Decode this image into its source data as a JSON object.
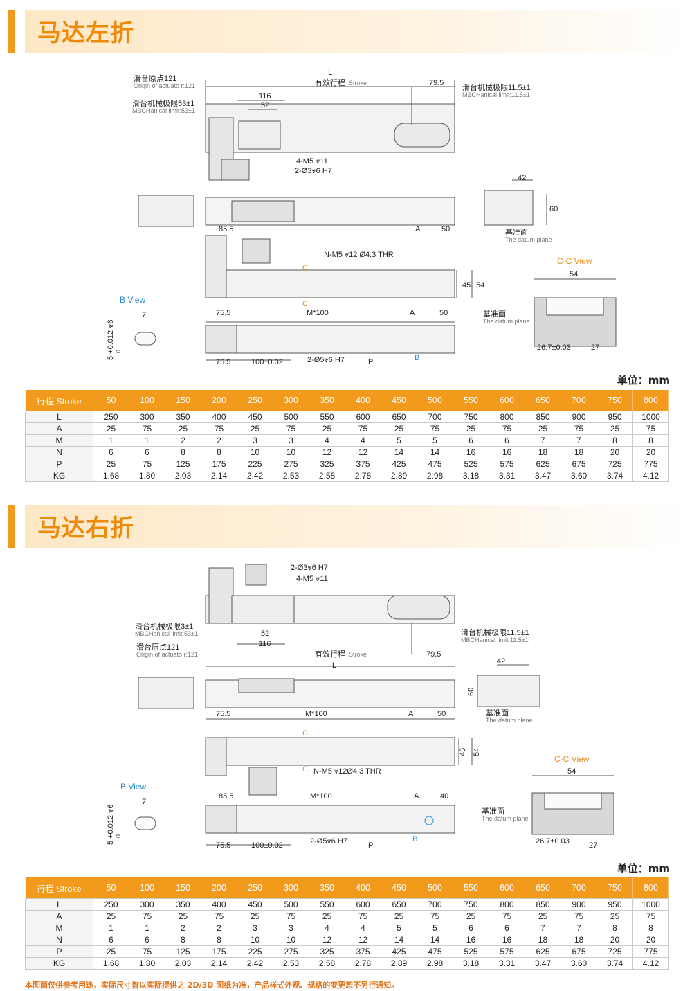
{
  "sections": [
    {
      "title": "马达左折",
      "labels": {
        "origin": "滑台原点121",
        "origin_en": "Origin of actuato   r:121",
        "mech_limit_left": "滑台机械极限53±1",
        "mech_limit_left_en": "MBCHanical limit:53±1",
        "mech_limit_right": "滑台机械极限11.5±1",
        "mech_limit_right_en": "MBCHanical limit:11.5±1",
        "L": "L",
        "stroke": "有效行程",
        "stroke_en": "Stroke",
        "d79_5": "79.5",
        "d116": "116",
        "d52": "52",
        "m5": "4-M5 ⩔11",
        "pin": "2-Ø3⩔6 H7",
        "d42": "42",
        "d60": "60",
        "datum": "基准面",
        "datum_en": "The datum plane",
        "d85_5": "85.5",
        "A": "A",
        "d50": "50",
        "nm5": "N-M5 ⩔12 Ø4.3 THR",
        "C": "C",
        "d45": "45",
        "d54": "54",
        "cc_view": "C-C View",
        "d75_5": "75.5",
        "m100": "M*100",
        "b_view": "B View",
        "d7": "7",
        "tol": "5 +0.012 ⩔6",
        "tol0": "0",
        "d100": "100±0.02",
        "pin2": "2-Ø5⩔6 H7",
        "P": "P",
        "B": "B",
        "d26_7": "26.7±0.03",
        "d27": "27",
        "d50b": "50"
      }
    },
    {
      "title": "马达右折",
      "labels": {
        "origin": "滑台原点121",
        "origin_en": "Origin of actuato   r:121",
        "mech_limit_left": "滑台机械极限3±1",
        "mech_limit_left_en": "MBCHanical limit:53±1",
        "mech_limit_right": "滑台机械极限11.5±1",
        "mech_limit_right_en": "MBCHanical limit:11.5±1",
        "L": "L",
        "stroke": "有效行程",
        "stroke_en": "Stroke",
        "d79_5": "79.5",
        "d116": "116",
        "d52": "52",
        "m5": "4-M5 ⩔11",
        "pin": "2-Ø3⩔6 H7",
        "d42": "42",
        "d60": "60",
        "datum": "基准面",
        "datum_en": "The datum plane",
        "d85_5": "85.5",
        "A": "A",
        "d50": "50",
        "nm5": "N-M5 ⩔12Ø4.3 THR",
        "C": "C",
        "d45": "45",
        "d54": "54",
        "cc_view": "C-C View",
        "d75_5": "75.5",
        "m100": "M*100",
        "b_view": "B View",
        "d7": "7",
        "tol": "5 +0.012 ⩔6",
        "tol0": "0",
        "d100": "100±0.02",
        "pin2": "2-Ø5⩔6 H7",
        "P": "P",
        "B": "B",
        "d26_7": "26.7±0.03",
        "d27": "27",
        "d50b": "40"
      }
    }
  ],
  "unit": "单位：mm",
  "table": {
    "header": [
      "行程 Stroke",
      "50",
      "100",
      "150",
      "200",
      "250",
      "300",
      "350",
      "400",
      "450",
      "500",
      "550",
      "600",
      "650",
      "700",
      "750",
      "800"
    ],
    "rows": [
      [
        "L",
        "250",
        "300",
        "350",
        "400",
        "450",
        "500",
        "550",
        "600",
        "650",
        "700",
        "750",
        "800",
        "850",
        "900",
        "950",
        "1000"
      ],
      [
        "A",
        "25",
        "75",
        "25",
        "75",
        "25",
        "75",
        "25",
        "75",
        "25",
        "75",
        "25",
        "75",
        "25",
        "75",
        "25",
        "75"
      ],
      [
        "M",
        "1",
        "1",
        "2",
        "2",
        "3",
        "3",
        "4",
        "4",
        "5",
        "5",
        "6",
        "6",
        "7",
        "7",
        "8",
        "8"
      ],
      [
        "N",
        "6",
        "6",
        "8",
        "8",
        "10",
        "10",
        "12",
        "12",
        "14",
        "14",
        "16",
        "16",
        "18",
        "18",
        "20",
        "20"
      ],
      [
        "P",
        "25",
        "75",
        "125",
        "175",
        "225",
        "275",
        "325",
        "375",
        "425",
        "475",
        "525",
        "575",
        "625",
        "675",
        "725",
        "775"
      ],
      [
        "KG",
        "1.68",
        "1.80",
        "2.03",
        "2.14",
        "2.42",
        "2.53",
        "2.58",
        "2.78",
        "2.89",
        "2.98",
        "3.18",
        "3.31",
        "3.47",
        "3.60",
        "3.74",
        "4.12"
      ]
    ]
  },
  "footnote": "本图面仅供参考用途，实际尺寸皆以实际提供之 2D/3D 图纸为准，产品样式外观、规格的变更恕不另行通知。",
  "colors": {
    "accent": "#f29a1b",
    "title": "#ee8a0a",
    "blue_label": "#2a8fd0",
    "orange_label": "#e98b12"
  }
}
